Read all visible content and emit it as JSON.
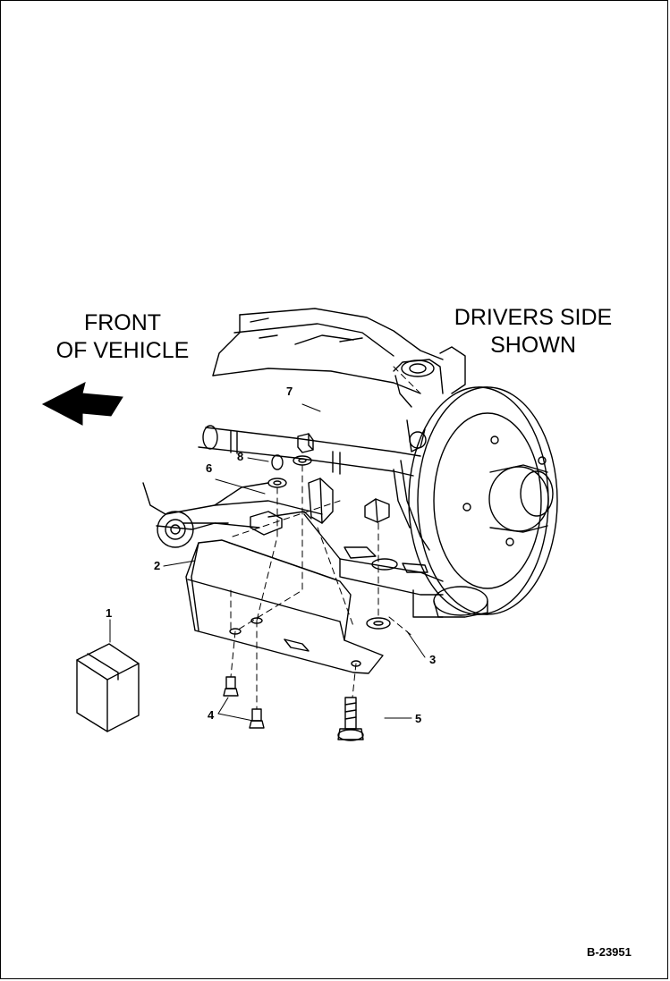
{
  "labels": {
    "front_line1": "FRONT",
    "front_line2": "OF VEHICLE",
    "side_line1": "DRIVERS SIDE",
    "side_line2": "SHOWN"
  },
  "callouts": [
    "1",
    "2",
    "3",
    "4",
    "5",
    "6",
    "7",
    "8"
  ],
  "figure_ref": "B-23951",
  "icons": {
    "direction_arrow": "left-arrow-icon"
  },
  "colors": {
    "line": "#000000",
    "background": "#ffffff"
  }
}
